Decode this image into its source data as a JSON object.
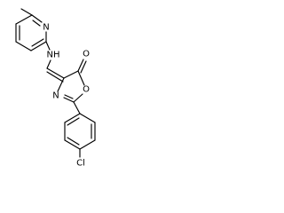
{
  "molecule": {
    "atom_labels": {
      "pyridine_n": "N",
      "amine_nh": "NH",
      "carbonyl_o": "O",
      "oxazole_ring_o": "O",
      "oxazole_ring_n": "N",
      "chlorine": "Cl"
    }
  }
}
